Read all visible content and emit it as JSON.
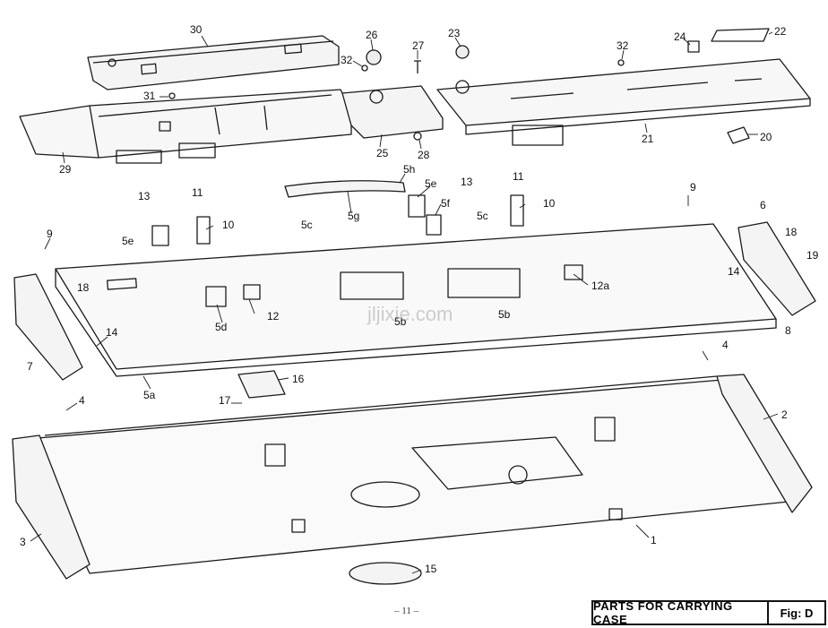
{
  "diagram": {
    "footer_title": "PARTS FOR CARRYING CASE",
    "figure_label": "Fig: D",
    "page_number": "– 11 –",
    "watermark": "jljixie.com",
    "callouts": [
      {
        "id": "c30",
        "text": "30"
      },
      {
        "id": "c26",
        "text": "26"
      },
      {
        "id": "c27",
        "text": "27"
      },
      {
        "id": "c23",
        "text": "23"
      },
      {
        "id": "c32a",
        "text": "32"
      },
      {
        "id": "c32b",
        "text": "32"
      },
      {
        "id": "c24",
        "text": "24"
      },
      {
        "id": "c22",
        "text": "22"
      },
      {
        "id": "c31",
        "text": "31"
      },
      {
        "id": "c29",
        "text": "29"
      },
      {
        "id": "c25",
        "text": "25"
      },
      {
        "id": "c28",
        "text": "28"
      },
      {
        "id": "c21",
        "text": "21"
      },
      {
        "id": "c20",
        "text": "20"
      },
      {
        "id": "c5h",
        "text": "5h"
      },
      {
        "id": "c5e_a",
        "text": "5e"
      },
      {
        "id": "c5f",
        "text": "5f"
      },
      {
        "id": "c5g",
        "text": "5g"
      },
      {
        "id": "c13a",
        "text": "13"
      },
      {
        "id": "c11a",
        "text": "11"
      },
      {
        "id": "c10a",
        "text": "10"
      },
      {
        "id": "c5e_b",
        "text": "5e"
      },
      {
        "id": "c5c_a",
        "text": "5c"
      },
      {
        "id": "c5c_b",
        "text": "5c"
      },
      {
        "id": "c13b",
        "text": "13"
      },
      {
        "id": "c11b",
        "text": "11"
      },
      {
        "id": "c10b",
        "text": "10"
      },
      {
        "id": "c9a",
        "text": "9"
      },
      {
        "id": "c9b",
        "text": "9"
      },
      {
        "id": "c6",
        "text": "6"
      },
      {
        "id": "c18a",
        "text": "18"
      },
      {
        "id": "c19",
        "text": "19"
      },
      {
        "id": "c14a",
        "text": "14"
      },
      {
        "id": "c12a",
        "text": "12a"
      },
      {
        "id": "c8",
        "text": "8"
      },
      {
        "id": "c18b",
        "text": "18"
      },
      {
        "id": "c5d",
        "text": "5d"
      },
      {
        "id": "c12",
        "text": "12"
      },
      {
        "id": "c5b",
        "text": "5b"
      },
      {
        "id": "c5bb",
        "text": "5b"
      },
      {
        "id": "c14b",
        "text": "14"
      },
      {
        "id": "c7",
        "text": "7"
      },
      {
        "id": "c5a",
        "text": "5a"
      },
      {
        "id": "c4a",
        "text": "4"
      },
      {
        "id": "c16",
        "text": "16"
      },
      {
        "id": "c17",
        "text": "17"
      },
      {
        "id": "c4b",
        "text": "4"
      },
      {
        "id": "c2",
        "text": "2"
      },
      {
        "id": "c3",
        "text": "3"
      },
      {
        "id": "c1",
        "text": "1"
      },
      {
        "id": "c15",
        "text": "15"
      }
    ]
  }
}
